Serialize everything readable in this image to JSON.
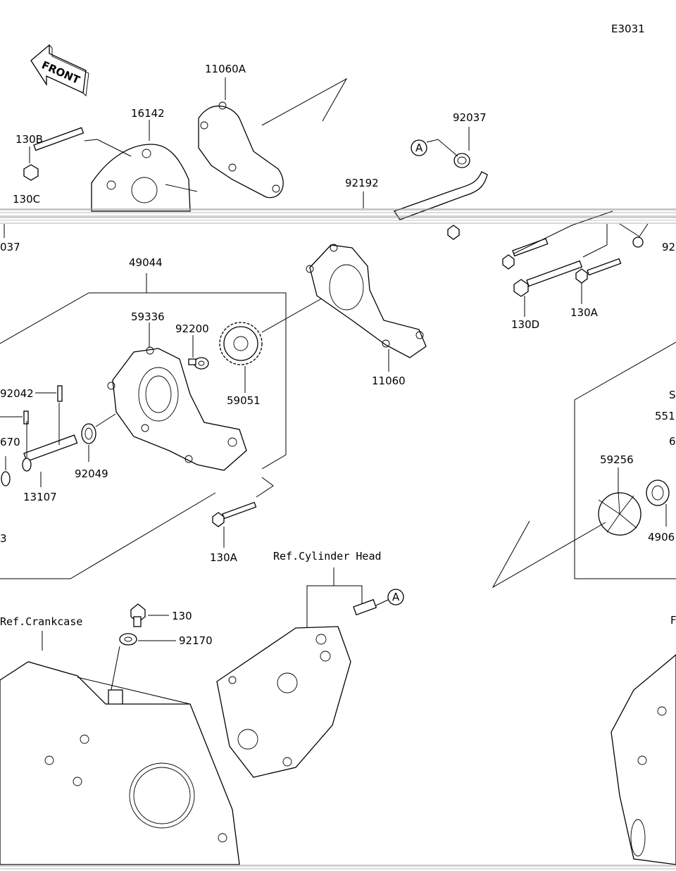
{
  "diagram": {
    "code": "E3031",
    "front_label": "FRONT",
    "ref_labels": {
      "cylinder_head": "Ref.Cylinder Head",
      "crankcase": "Ref.Crankcase"
    },
    "callout_A": "A",
    "parts": {
      "p11060A": "11060A",
      "p16142": "16142",
      "p130B": "130B",
      "p130C": "130C",
      "p037": "037",
      "p92037": "92037",
      "p92192": "92192",
      "p130D": "130D",
      "p130A_right": "130A",
      "p92_right": "92",
      "p49044": "49044",
      "p59336": "59336",
      "p92200": "92200",
      "p59051": "59051",
      "p11060": "11060",
      "p92042": "92042",
      "p670": "670",
      "p13107": "13107",
      "p92049": "92049",
      "p3": "3",
      "p130A_lower": "130A",
      "p130": "130",
      "p92170": "92170",
      "p59256": "59256",
      "p4906": "4906",
      "p551": "551",
      "p6": "6",
      "pS": "S",
      "pF": "F"
    }
  }
}
